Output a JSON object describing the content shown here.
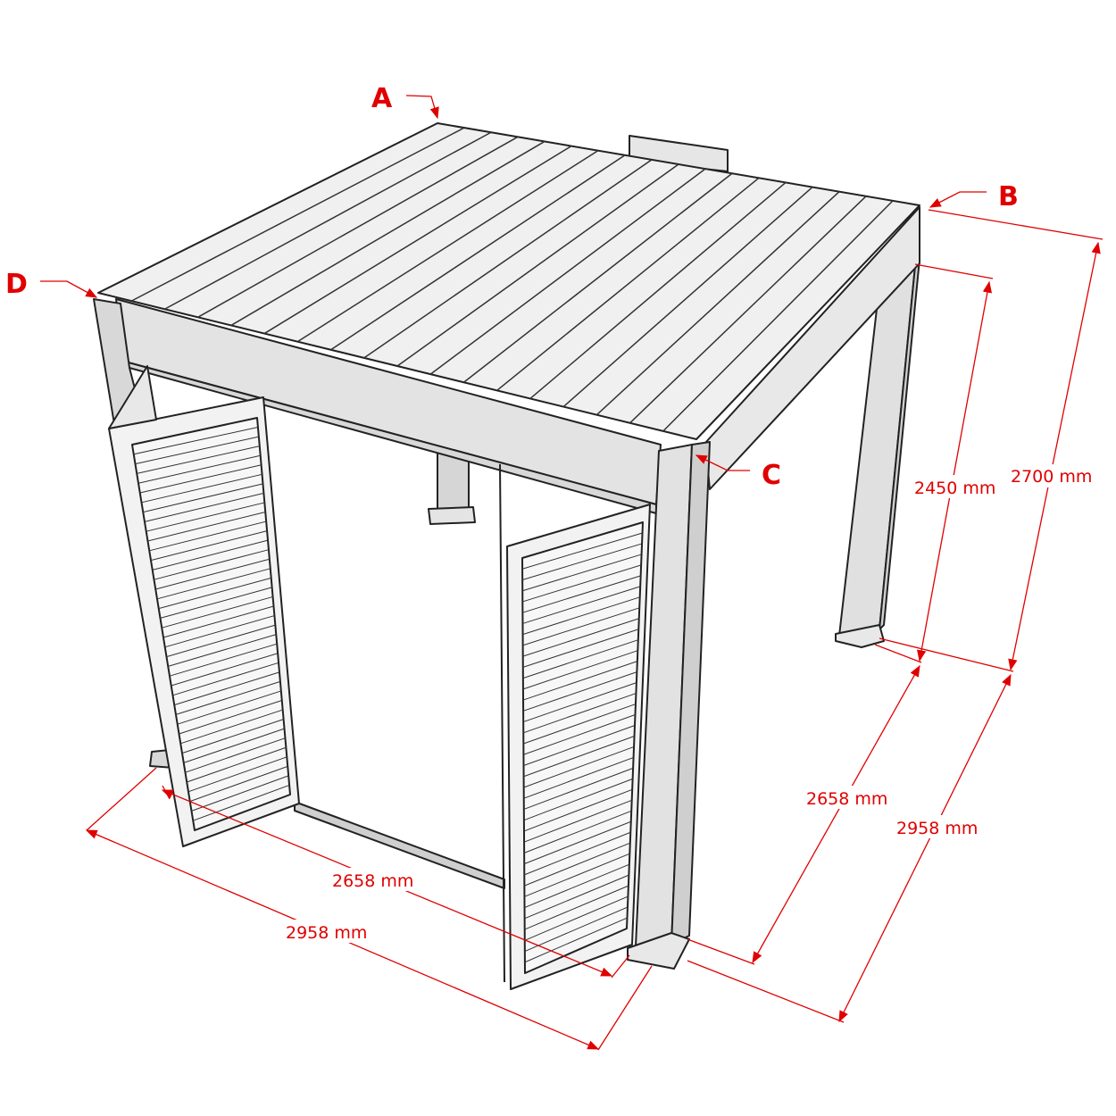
{
  "corner_labels": {
    "a": "A",
    "b": "B",
    "c": "C",
    "d": "D"
  },
  "dimensions": {
    "height_inner": "2450 mm",
    "height_total": "2700 mm",
    "depth_inner": "2658 mm",
    "depth_total": "2958 mm",
    "width_inner": "2658 mm",
    "width_total": "2958 mm"
  },
  "colors": {
    "annotation": "#e00000",
    "structure": "#e6e6e6",
    "outline": "#222222"
  }
}
